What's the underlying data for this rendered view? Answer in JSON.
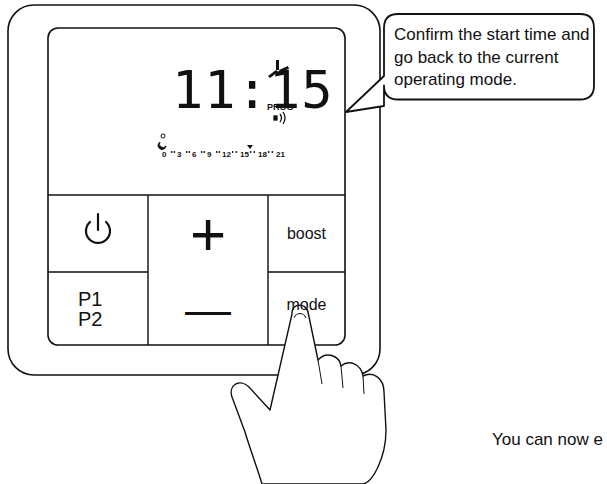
{
  "diagram": {
    "nodes": [
      {
        "text": [
          "11:15",
          "PROG"
        ]
      },
      {
        "text": [
          "+"
        ]
      },
      {
        "text": [
          "boost"
        ]
      },
      {
        "text": [
          "P1 P2"
        ]
      },
      {
        "text": [
          "—"
        ]
      },
      {
        "text": [
          "mode"
        ]
      },
      {
        "text": [
          "Confirm the start time and go back to the current operating mode."
        ]
      }
    ],
    "labels": [
      "0",
      "3",
      "6",
      "9",
      "12",
      "15",
      "18",
      "21",
      "You can now e"
    ]
  }
}
